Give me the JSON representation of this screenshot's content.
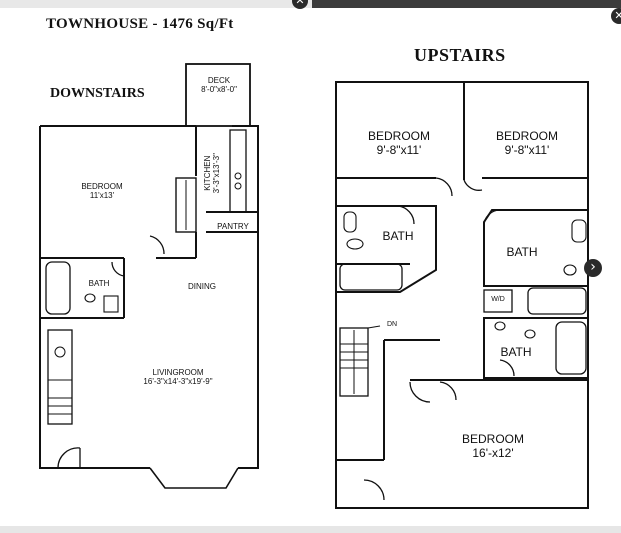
{
  "viewer": {
    "close_glyph": "✕",
    "next_glyph": "›"
  },
  "plans": {
    "title": "TOWNHOUSE - 1476 Sq/Ft",
    "downstairs": {
      "heading": "DOWNSTAIRS",
      "deck_name": "DECK",
      "deck_dim": "8'-0\"x8'-0\"",
      "bedroom_name": "BEDROOM",
      "bedroom_dim": "11'x13'",
      "kitchen_name": "KITCHEN",
      "kitchen_dim": "3'-3\"x13'-3\"",
      "pantry": "PANTRY",
      "bath": "BATH",
      "dining": "DINING",
      "living_name": "LIVINGROOM",
      "living_dim": "16'-3\"x14'-3\"x19'-9\""
    },
    "upstairs": {
      "heading": "UPSTAIRS",
      "bedroom1_name": "BEDROOM",
      "bedroom1_dim": "9'-8\"x11'",
      "bedroom2_name": "BEDROOM",
      "bedroom2_dim": "9'-8\"x11'",
      "bath1": "BATH",
      "bath2": "BATH",
      "bath3": "BATH",
      "wd": "W/D",
      "dn": "DN",
      "bedroom3_name": "BEDROOM",
      "bedroom3_dim": "16'-x12'"
    }
  }
}
